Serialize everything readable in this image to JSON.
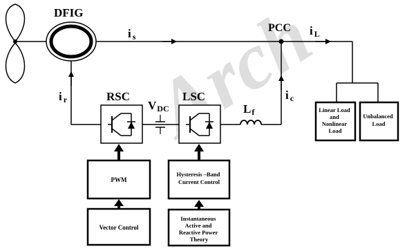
{
  "watermark": "Arch",
  "labels": {
    "dfig": "DFIG",
    "pcc": "PCC",
    "rsc": "RSC",
    "lsc": "LSC",
    "is_main": "i",
    "is_sub": "s",
    "il_main": "i",
    "il_sub": "L",
    "ir_main": "i",
    "ir_sub": "r",
    "ic_main": "i",
    "ic_sub": "c",
    "vdc_main": "V",
    "vdc_sub": "DC",
    "lf_main": "L",
    "lf_sub": "f"
  },
  "blocks": {
    "pwm": "PWM",
    "vector_control": "Vector Control",
    "hysteresis_line1": "Hysteresis –Band",
    "hysteresis_line2": "Current Control",
    "theory_line1": "Instantaneous",
    "theory_line2": "Active and",
    "theory_line3": "Reactive Power",
    "theory_line4": "Theory",
    "linear_line1": "Linear Load",
    "linear_line2": "and",
    "linear_line3": "Nonlinear",
    "linear_line4": "Load",
    "unbalanced_line1": "Unbalanced",
    "unbalanced_line2": "Load"
  }
}
